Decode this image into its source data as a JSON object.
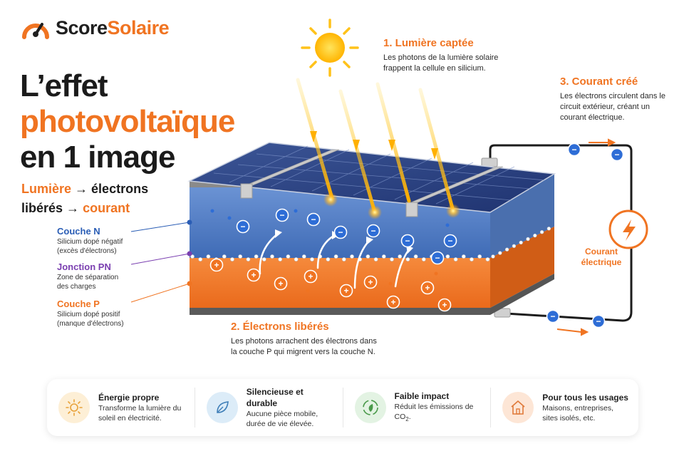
{
  "brand": {
    "part1": "Score",
    "part2": "Solaire"
  },
  "headline": {
    "line1": "L’effet",
    "line2": "photovoltaïque",
    "line3": "en 1 image"
  },
  "summary": {
    "w1": "Lumière",
    "w2": "→ électrons",
    "w3": "libérés →",
    "w4": "courant"
  },
  "layers": [
    {
      "title": "Couche N",
      "desc": "Silicium dopé négatif (excès d'électrons)",
      "color": "#2a5db5"
    },
    {
      "title": "Jonction PN",
      "desc": "Zone de séparation des charges",
      "color": "#7a3fb0"
    },
    {
      "title": "Couche P",
      "desc": "Silicium dopé positif (manque d'électrons)",
      "color": "#f07422"
    }
  ],
  "steps": [
    {
      "title": "1. Lumière captée",
      "desc": "Les photons de la lumière solaire frappent la cellule en silicium."
    },
    {
      "title": "2. Électrons libérés",
      "desc": "Les photons arrachent des électrons dans la couche P qui migrent vers la couche N."
    },
    {
      "title": "3. Courant créé",
      "desc": "Les électrons circulent dans le circuit extérieur, créant un courant électrique."
    }
  ],
  "current": {
    "line1": "Courant",
    "line2": "électrique"
  },
  "particles": {
    "electron": "−",
    "hole": "+"
  },
  "features": [
    {
      "title": "Énergie propre",
      "desc": "Transforme la lumière du soleil en électricité.",
      "icon": "sun-icon"
    },
    {
      "title": "Silencieuse et durable",
      "desc": "Aucune pièce mobile, durée de vie élevée.",
      "icon": "leaf-icon"
    },
    {
      "title": "Faible impact",
      "desc_pre": "Réduit les émissions de CO",
      "desc_sub": "2",
      "desc_post": ".",
      "icon": "recycle-icon"
    },
    {
      "title": "Pour tous les usages",
      "desc": "Maisons, entreprises, sites isolés, etc.",
      "icon": "house-icon"
    }
  ],
  "colors": {
    "accent": "#f07422",
    "n_layer": "#4d78c0",
    "p_layer": "#f07a2c",
    "panel": "#28407e",
    "electron": "#2e6dd6",
    "hole": "#f07422",
    "circuit": "#1c1c1c"
  }
}
